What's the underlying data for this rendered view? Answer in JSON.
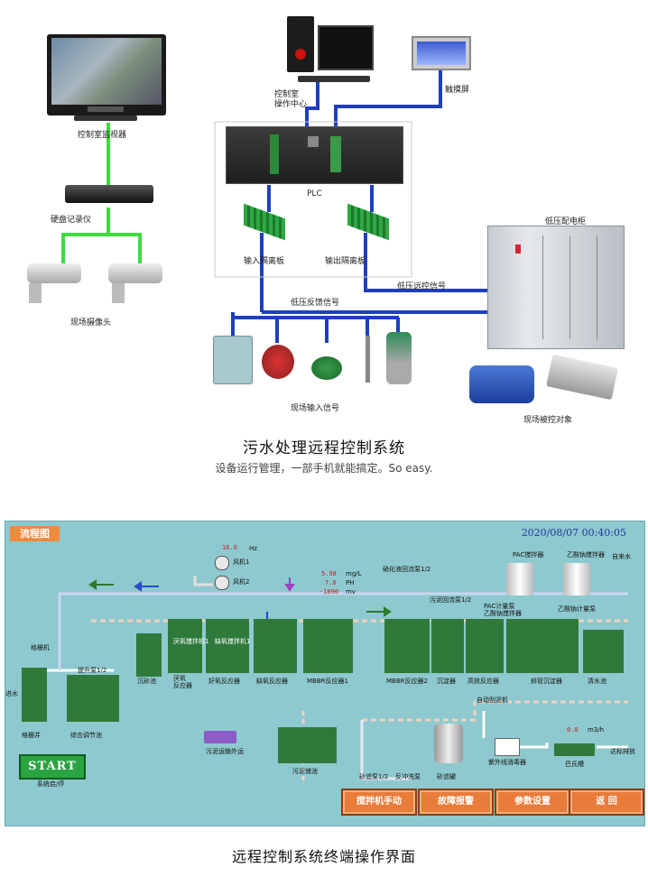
{
  "diagram": {
    "labels": {
      "monitor": "控制室监视器",
      "dvr": "硬盘记录仪",
      "cameras": "现场摄像头",
      "control_room": "控制室\n操作中心",
      "touchscreen": "触摸屏",
      "plc": "PLC",
      "input_board": "输入隔离板",
      "output_board": "输出隔离板",
      "lv_cabinet": "低压配电柜",
      "lv_feedback": "低压反馈信号",
      "lv_remote": "低压远控信号",
      "field_input": "现场输入信号",
      "field_objects": "现场被控对象"
    },
    "title": "污水处理远程控制系统",
    "subtitle": "设备运行管理，一部手机就能搞定。So easy."
  },
  "hmi": {
    "tag": "流程图",
    "datetime": "2020/08/07  00:40:05",
    "readings": {
      "hz": "16.0",
      "hz_unit": "Hz",
      "fan1": "风机1",
      "fan2": "风机2",
      "mgl": "5.98",
      "mgl_unit": "mg/L",
      "ph": "7.0",
      "ph_unit": "PH",
      "mv": "-1890",
      "mv_unit": "mv",
      "flow": "0.0",
      "flow_unit": "m3/h"
    },
    "labels": {
      "grille": "格栅机",
      "lift_pump": "提升泵1/2",
      "inlet": "进水",
      "screen_well": "格栅井",
      "equalization": "综合调节池",
      "sedimentation": "沉砂池",
      "anaerobic_stir": "厌氧搅拌机1",
      "anoxic_stir": "缺氧搅拌机1",
      "anaerobic_tank": "厌氧\n反应器",
      "aerobic_tank": "好氧反应器",
      "anoxic_tank": "缺氧反应器",
      "mbbr1": "MBBR反应器1",
      "mbbr2": "MBBR反应器2",
      "nitrification_pump": "硝化液回流泵1/2",
      "sludge_return": "污泥回流泵1/2",
      "settling": "沉淀器",
      "efficient": "高效反应器",
      "inclined": "斜管沉淀器",
      "clear_water": "清水池",
      "pac_mixer": "PAC搅拌器",
      "pam_mixer": "乙酸钠搅拌器",
      "pac_pump": "PAC计量泵\n乙酸钠搅拌器",
      "pam_pump": "乙酸钠计量泵",
      "self_water": "自来水",
      "mud_scraper": "自动刮泥机",
      "sludge_truck": "污泥运输外运",
      "sludge_pool": "污泥储池",
      "sand_pump": "砂滤泵1/2",
      "backwash": "反冲洗泵",
      "sand_filter": "砂滤罐",
      "uv": "紫外线消毒器",
      "pasteur": "巴氏槽",
      "outflow": "达标排放",
      "system_stop": "系统启/停"
    },
    "buttons": {
      "start": "START",
      "manual": "搅拌机手动",
      "alarm": "故障报警",
      "params": "参数设置",
      "back": "返  回"
    }
  },
  "bottom_title": "远程控制系统终端操作界面"
}
